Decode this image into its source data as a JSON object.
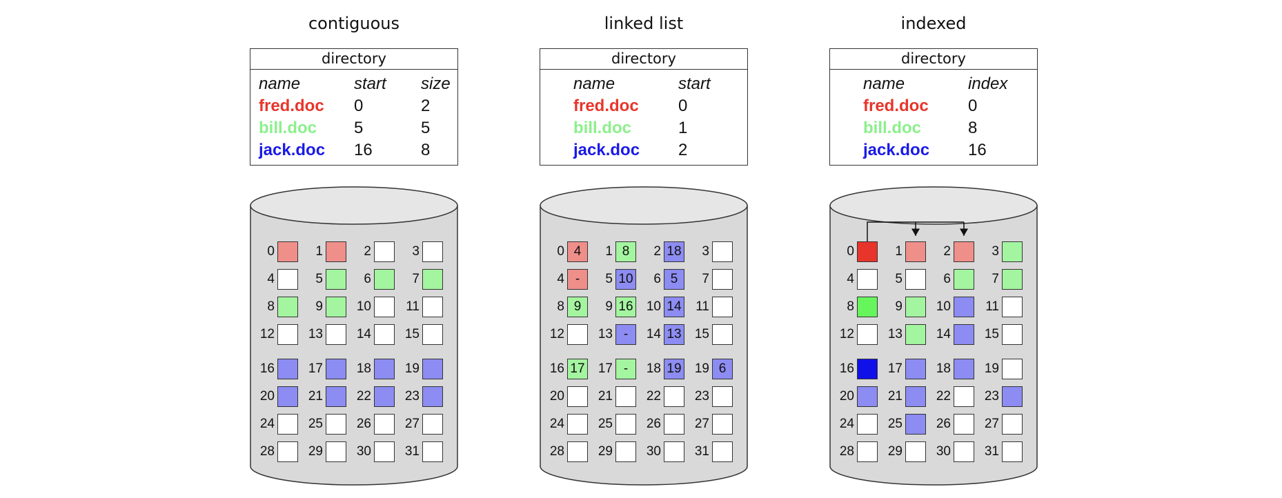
{
  "colors": {
    "red_text": "#e8352b",
    "green_text": "#8cf08c",
    "blue_text": "#1a1ae6",
    "red_fill": "#ef8f8a",
    "green_fill": "#a4f5a0",
    "blue_fill": "#8c8cf2",
    "index_red": "#e8352b",
    "index_green": "#67f55c",
    "index_blue": "#1010e8",
    "disk_fill": "#d9d9d9"
  },
  "panels": [
    {
      "title": "contiguous",
      "directory": {
        "header": "directory",
        "columns": [
          "name",
          "start",
          "size"
        ],
        "rows": [
          {
            "name": "fred.doc",
            "values": [
              "0",
              "2"
            ],
            "color": "red"
          },
          {
            "name": "bill.doc",
            "values": [
              "5",
              "5"
            ],
            "color": "green"
          },
          {
            "name": "jack.doc",
            "values": [
              "16",
              "8"
            ],
            "color": "blue"
          }
        ]
      },
      "blocks": [
        {
          "n": "0",
          "fill": "red",
          "text": ""
        },
        {
          "n": "1",
          "fill": "red",
          "text": ""
        },
        {
          "n": "2",
          "fill": "",
          "text": ""
        },
        {
          "n": "3",
          "fill": "",
          "text": ""
        },
        {
          "n": "4",
          "fill": "",
          "text": ""
        },
        {
          "n": "5",
          "fill": "green",
          "text": ""
        },
        {
          "n": "6",
          "fill": "green",
          "text": ""
        },
        {
          "n": "7",
          "fill": "green",
          "text": ""
        },
        {
          "n": "8",
          "fill": "green",
          "text": ""
        },
        {
          "n": "9",
          "fill": "green",
          "text": ""
        },
        {
          "n": "10",
          "fill": "",
          "text": ""
        },
        {
          "n": "11",
          "fill": "",
          "text": ""
        },
        {
          "n": "12",
          "fill": "",
          "text": ""
        },
        {
          "n": "13",
          "fill": "",
          "text": ""
        },
        {
          "n": "14",
          "fill": "",
          "text": ""
        },
        {
          "n": "15",
          "fill": "",
          "text": ""
        },
        {
          "n": "16",
          "fill": "blue",
          "text": ""
        },
        {
          "n": "17",
          "fill": "blue",
          "text": ""
        },
        {
          "n": "18",
          "fill": "blue",
          "text": ""
        },
        {
          "n": "19",
          "fill": "blue",
          "text": ""
        },
        {
          "n": "20",
          "fill": "blue",
          "text": ""
        },
        {
          "n": "21",
          "fill": "blue",
          "text": ""
        },
        {
          "n": "22",
          "fill": "blue",
          "text": ""
        },
        {
          "n": "23",
          "fill": "blue",
          "text": ""
        },
        {
          "n": "24",
          "fill": "",
          "text": ""
        },
        {
          "n": "25",
          "fill": "",
          "text": ""
        },
        {
          "n": "26",
          "fill": "",
          "text": ""
        },
        {
          "n": "27",
          "fill": "",
          "text": ""
        },
        {
          "n": "28",
          "fill": "",
          "text": ""
        },
        {
          "n": "29",
          "fill": "",
          "text": ""
        },
        {
          "n": "30",
          "fill": "",
          "text": ""
        },
        {
          "n": "31",
          "fill": "",
          "text": ""
        }
      ]
    },
    {
      "title": "linked list",
      "directory": {
        "header": "directory",
        "columns": [
          "name",
          "start"
        ],
        "rows": [
          {
            "name": "fred.doc",
            "values": [
              "0"
            ],
            "color": "red"
          },
          {
            "name": "bill.doc",
            "values": [
              "1"
            ],
            "color": "green"
          },
          {
            "name": "jack.doc",
            "values": [
              "2"
            ],
            "color": "blue"
          }
        ]
      },
      "blocks": [
        {
          "n": "0",
          "fill": "red",
          "text": "4"
        },
        {
          "n": "1",
          "fill": "green",
          "text": "8"
        },
        {
          "n": "2",
          "fill": "blue",
          "text": "18"
        },
        {
          "n": "3",
          "fill": "",
          "text": ""
        },
        {
          "n": "4",
          "fill": "red",
          "text": "-"
        },
        {
          "n": "5",
          "fill": "blue",
          "text": "10"
        },
        {
          "n": "6",
          "fill": "blue",
          "text": "5"
        },
        {
          "n": "7",
          "fill": "",
          "text": ""
        },
        {
          "n": "8",
          "fill": "green",
          "text": "9"
        },
        {
          "n": "9",
          "fill": "green",
          "text": "16"
        },
        {
          "n": "10",
          "fill": "blue",
          "text": "14"
        },
        {
          "n": "11",
          "fill": "",
          "text": ""
        },
        {
          "n": "12",
          "fill": "",
          "text": ""
        },
        {
          "n": "13",
          "fill": "blue",
          "text": "-"
        },
        {
          "n": "14",
          "fill": "blue",
          "text": "13"
        },
        {
          "n": "15",
          "fill": "",
          "text": ""
        },
        {
          "n": "16",
          "fill": "green",
          "text": "17"
        },
        {
          "n": "17",
          "fill": "green",
          "text": "-"
        },
        {
          "n": "18",
          "fill": "blue",
          "text": "19"
        },
        {
          "n": "19",
          "fill": "blue",
          "text": "6"
        },
        {
          "n": "20",
          "fill": "",
          "text": ""
        },
        {
          "n": "21",
          "fill": "",
          "text": ""
        },
        {
          "n": "22",
          "fill": "",
          "text": ""
        },
        {
          "n": "23",
          "fill": "",
          "text": ""
        },
        {
          "n": "24",
          "fill": "",
          "text": ""
        },
        {
          "n": "25",
          "fill": "",
          "text": ""
        },
        {
          "n": "26",
          "fill": "",
          "text": ""
        },
        {
          "n": "27",
          "fill": "",
          "text": ""
        },
        {
          "n": "28",
          "fill": "",
          "text": ""
        },
        {
          "n": "29",
          "fill": "",
          "text": ""
        },
        {
          "n": "30",
          "fill": "",
          "text": ""
        },
        {
          "n": "31",
          "fill": "",
          "text": ""
        }
      ]
    },
    {
      "title": "indexed",
      "directory": {
        "header": "directory",
        "columns": [
          "name",
          "index"
        ],
        "rows": [
          {
            "name": "fred.doc",
            "values": [
              "0"
            ],
            "color": "red"
          },
          {
            "name": "bill.doc",
            "values": [
              "8"
            ],
            "color": "green"
          },
          {
            "name": "jack.doc",
            "values": [
              "16"
            ],
            "color": "blue"
          }
        ]
      },
      "blocks": [
        {
          "n": "0",
          "fill": "index_red",
          "text": ""
        },
        {
          "n": "1",
          "fill": "red",
          "text": ""
        },
        {
          "n": "2",
          "fill": "red",
          "text": ""
        },
        {
          "n": "3",
          "fill": "green",
          "text": ""
        },
        {
          "n": "4",
          "fill": "",
          "text": ""
        },
        {
          "n": "5",
          "fill": "",
          "text": ""
        },
        {
          "n": "6",
          "fill": "green",
          "text": ""
        },
        {
          "n": "7",
          "fill": "green",
          "text": ""
        },
        {
          "n": "8",
          "fill": "index_green",
          "text": ""
        },
        {
          "n": "9",
          "fill": "green",
          "text": ""
        },
        {
          "n": "10",
          "fill": "blue",
          "text": ""
        },
        {
          "n": "11",
          "fill": "",
          "text": ""
        },
        {
          "n": "12",
          "fill": "",
          "text": ""
        },
        {
          "n": "13",
          "fill": "green",
          "text": ""
        },
        {
          "n": "14",
          "fill": "blue",
          "text": ""
        },
        {
          "n": "15",
          "fill": "",
          "text": ""
        },
        {
          "n": "16",
          "fill": "index_blue",
          "text": ""
        },
        {
          "n": "17",
          "fill": "blue",
          "text": ""
        },
        {
          "n": "18",
          "fill": "blue",
          "text": ""
        },
        {
          "n": "19",
          "fill": "",
          "text": ""
        },
        {
          "n": "20",
          "fill": "blue",
          "text": ""
        },
        {
          "n": "21",
          "fill": "blue",
          "text": ""
        },
        {
          "n": "22",
          "fill": "",
          "text": ""
        },
        {
          "n": "23",
          "fill": "blue",
          "text": ""
        },
        {
          "n": "24",
          "fill": "",
          "text": ""
        },
        {
          "n": "25",
          "fill": "blue",
          "text": ""
        },
        {
          "n": "26",
          "fill": "",
          "text": ""
        },
        {
          "n": "27",
          "fill": "",
          "text": ""
        },
        {
          "n": "28",
          "fill": "",
          "text": ""
        },
        {
          "n": "29",
          "fill": "",
          "text": ""
        },
        {
          "n": "30",
          "fill": "",
          "text": ""
        },
        {
          "n": "31",
          "fill": "",
          "text": ""
        }
      ],
      "index_pointer": {
        "from": "0",
        "to": [
          "1",
          "2"
        ]
      }
    }
  ]
}
